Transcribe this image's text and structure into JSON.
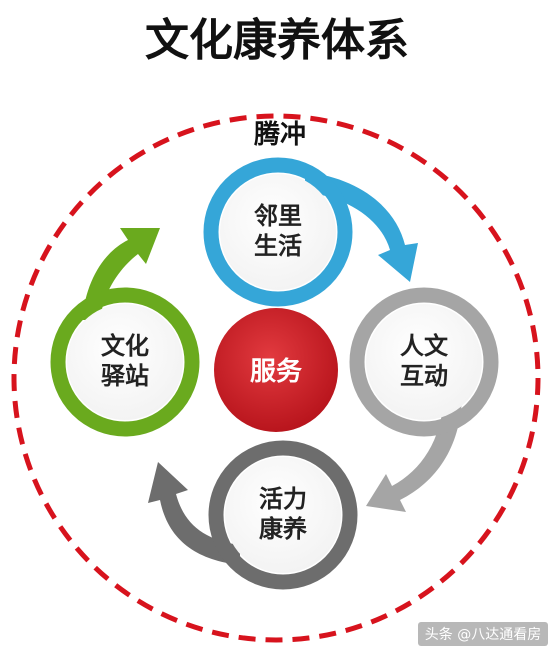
{
  "title": "文化康养体系",
  "top_label": "腾冲",
  "center": {
    "label": "服务",
    "color": "#c8161d"
  },
  "nodes": [
    {
      "line1": "邻里",
      "line2": "生活",
      "color": "#35a6d8"
    },
    {
      "line1": "人文",
      "line2": "互动",
      "color": "#a5a5a5"
    },
    {
      "line1": "活力",
      "line2": "康养",
      "color": "#6d6d6d"
    },
    {
      "line1": "文化",
      "line2": "驿站",
      "color": "#6aaa1e"
    }
  ],
  "outer_ring_color": "#d7131d",
  "watermark": "头条 @八达通看房"
}
